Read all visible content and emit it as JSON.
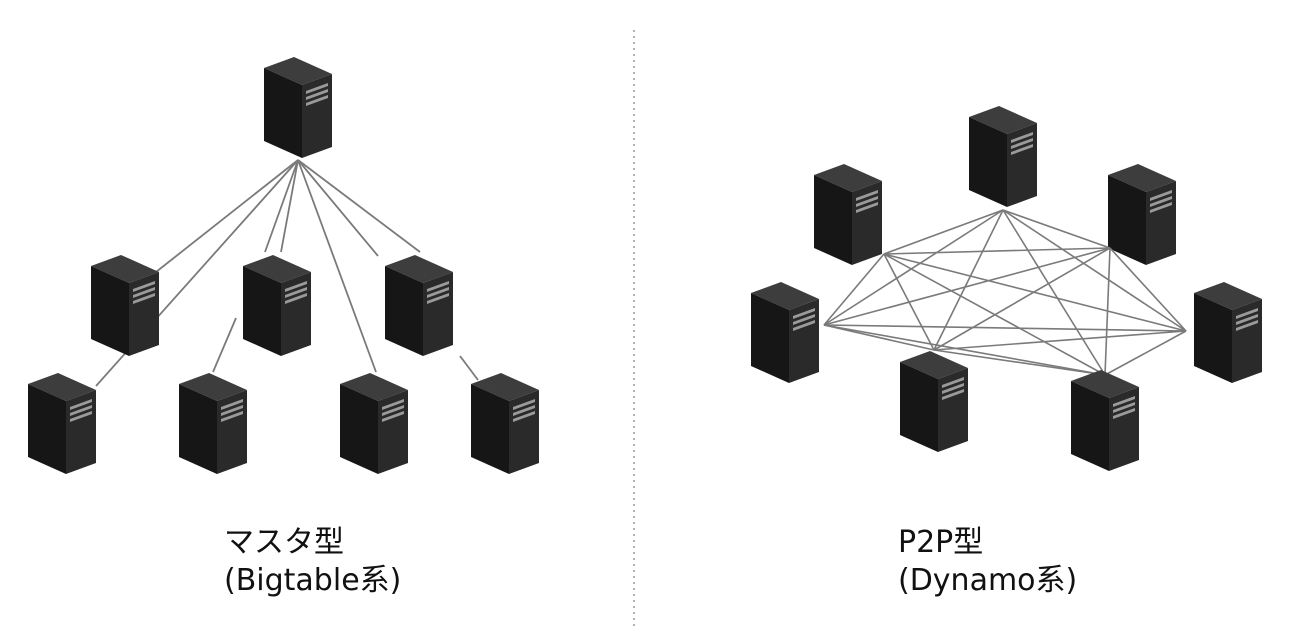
{
  "colors": {
    "server_front": "#2a2a2a",
    "server_side": "#161616",
    "server_top": "#3d3d3d",
    "server_slot": "#9a9a9a",
    "link": "#7a7a7a",
    "divider": "#9a9a9a"
  },
  "icons": {
    "server": "server-icon"
  },
  "left_panel": {
    "caption_line1": "マスタ型",
    "caption_line2": "(Bigtable系)"
  },
  "right_panel": {
    "caption_line1": "P2P型",
    "caption_line2": "(Dynamo系)"
  }
}
